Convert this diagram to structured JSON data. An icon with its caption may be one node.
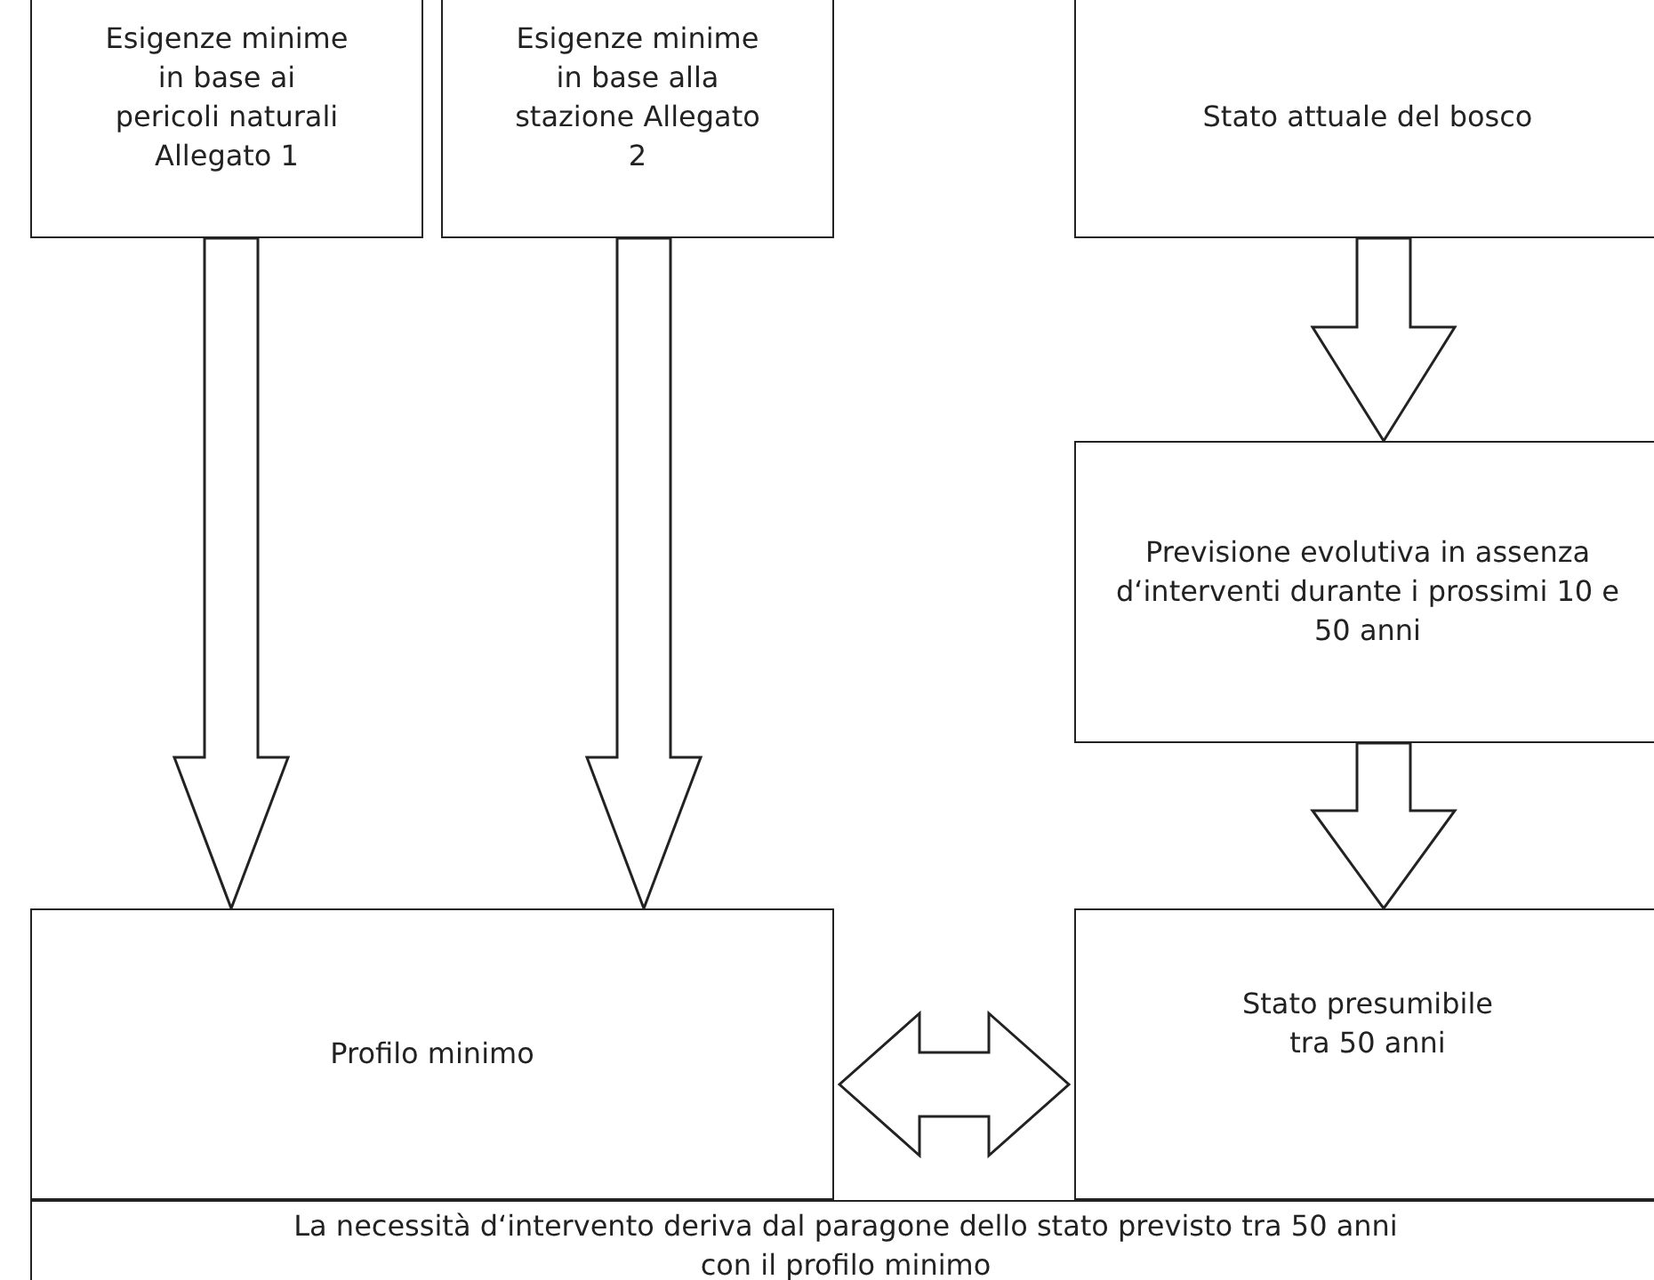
{
  "diagram": {
    "nodes": [
      {
        "text": [
          "Esigenze minime in base ai pericoli naturali Allegato 1"
        ]
      },
      {
        "text": [
          "Esigenze minime in base alla stazione Allegato 2"
        ]
      },
      {
        "text": [
          "Stato attuale del bosco"
        ]
      },
      {
        "text": [
          "Previsione evolutiva in assenza d‘interventi durante i prossimi 10 e 50 anni"
        ]
      },
      {
        "text": [
          "Profilo minimo"
        ]
      },
      {
        "text": [
          "Stato presumibile tra 50 anni"
        ]
      },
      {
        "text": [
          "La necessità d‘intervento deriva dal paragone dello stato previsto tra 50 anni con il profilo minimo"
        ]
      }
    ],
    "edges": [
      {
        "from": 0,
        "to": 4,
        "arrow": "to"
      },
      {
        "from": 1,
        "to": 4,
        "arrow": "to"
      },
      {
        "from": 2,
        "to": 3,
        "arrow": "to"
      },
      {
        "from": 3,
        "to": 5,
        "arrow": "to"
      },
      {
        "from": 4,
        "to": 5,
        "arrow": "both"
      }
    ]
  }
}
